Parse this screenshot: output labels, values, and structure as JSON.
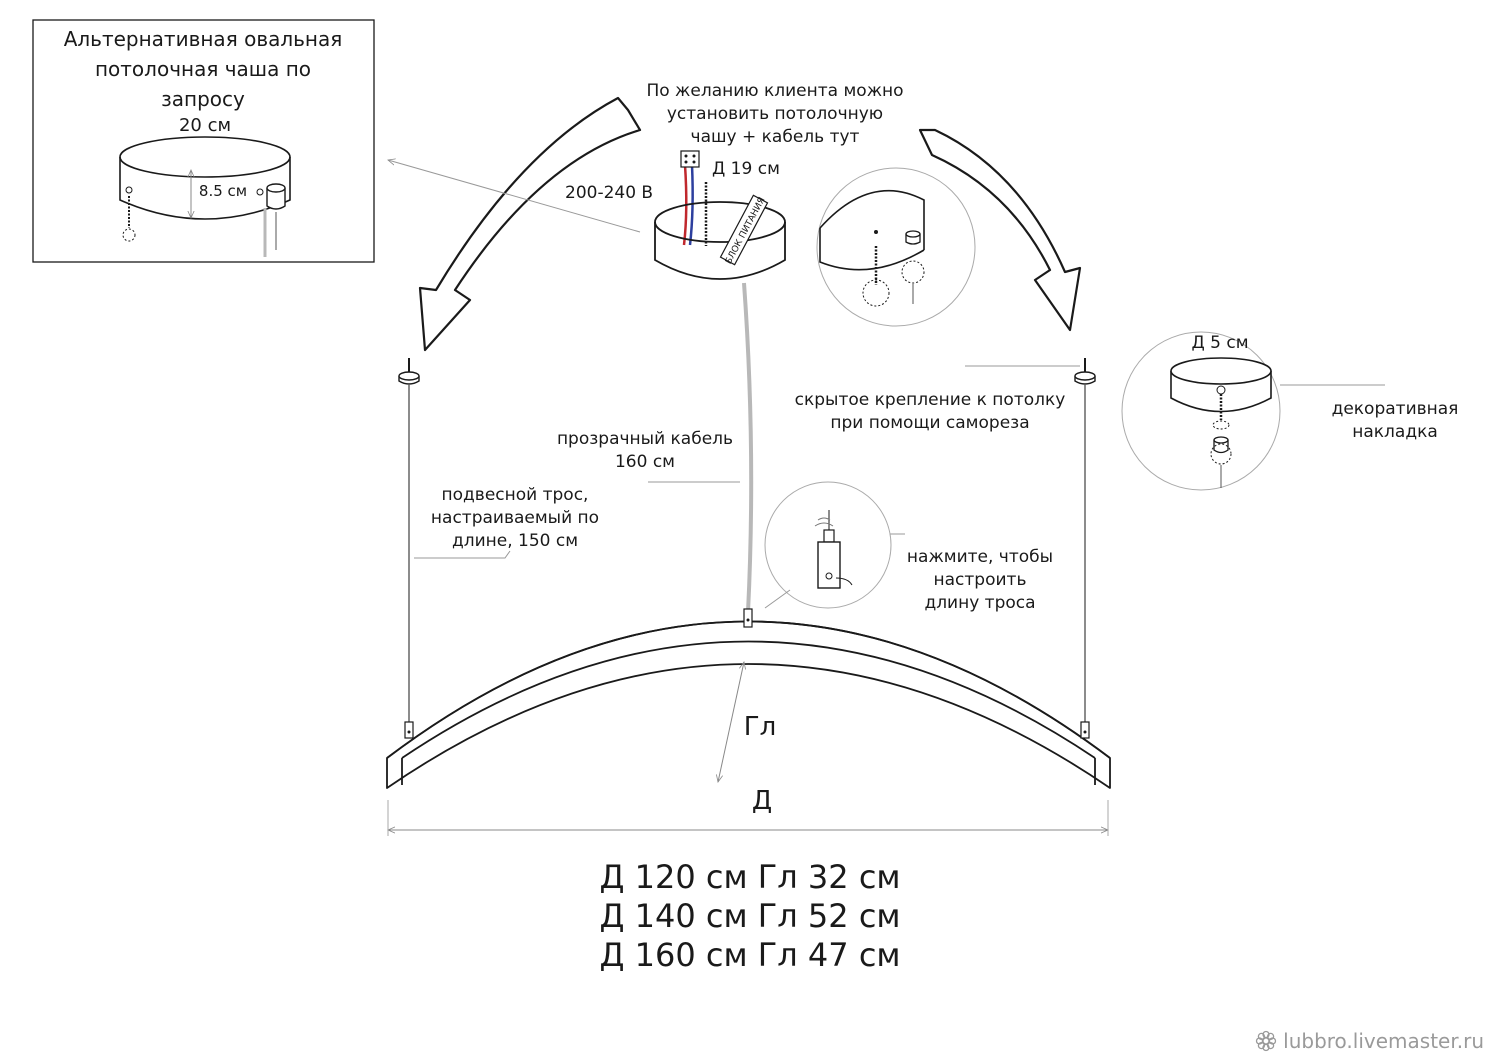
{
  "inset": {
    "title_lines": [
      "Альтернативная овальная",
      "потолочная чаша по",
      "запросу"
    ],
    "width_label": "20 см",
    "height_label": "8.5 см"
  },
  "top_note": {
    "lines": [
      "По желанию клиента можно",
      "установить потолочную",
      "чашу + кабель тут"
    ]
  },
  "canopy": {
    "diameter_label": "Д 19 см",
    "voltage_label": "200-240 В",
    "psu_label": "БЛОК ПИТАНИЯ"
  },
  "labels": {
    "cable": [
      "прозрачный кабель",
      "160 см"
    ],
    "wire": [
      "подвесной трос,",
      "настраиваемый по",
      "длине, 150 см"
    ],
    "press": [
      "нажмите, чтобы",
      "настроить",
      "длину троса"
    ],
    "hidden_mount": [
      "скрытое крепление к потолку",
      "при помощи самореза"
    ],
    "small_canopy_diameter": "Д 5 см",
    "decor": [
      "декоративная",
      "накладка"
    ],
    "depth_symbol": "Гл",
    "diameter_symbol": "Д"
  },
  "sizes": [
    "Д 120 см Гл 32 см",
    "Д 140 см Гл 52 см",
    "Д 160 см Гл 47 см"
  ],
  "watermark": "lubbro.livemaster.ru",
  "colors": {
    "line": "#1a1a1a",
    "thin": "#8a8a8a",
    "wire_red": "#c0282d",
    "wire_blue": "#2d3f9e",
    "cable": "#b8b8b8"
  }
}
